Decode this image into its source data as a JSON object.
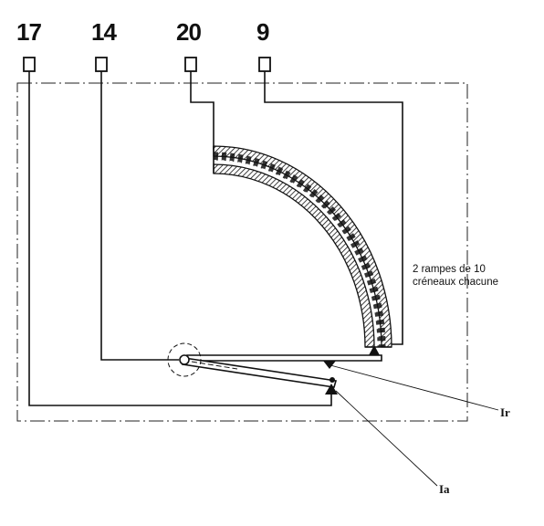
{
  "terminals": [
    "17",
    "14",
    "20",
    "9"
  ],
  "note": {
    "line1": "2 rampes de 10",
    "line2": "créneaux chacune"
  },
  "labels": {
    "ir": "Ir",
    "ia": "Ia"
  }
}
